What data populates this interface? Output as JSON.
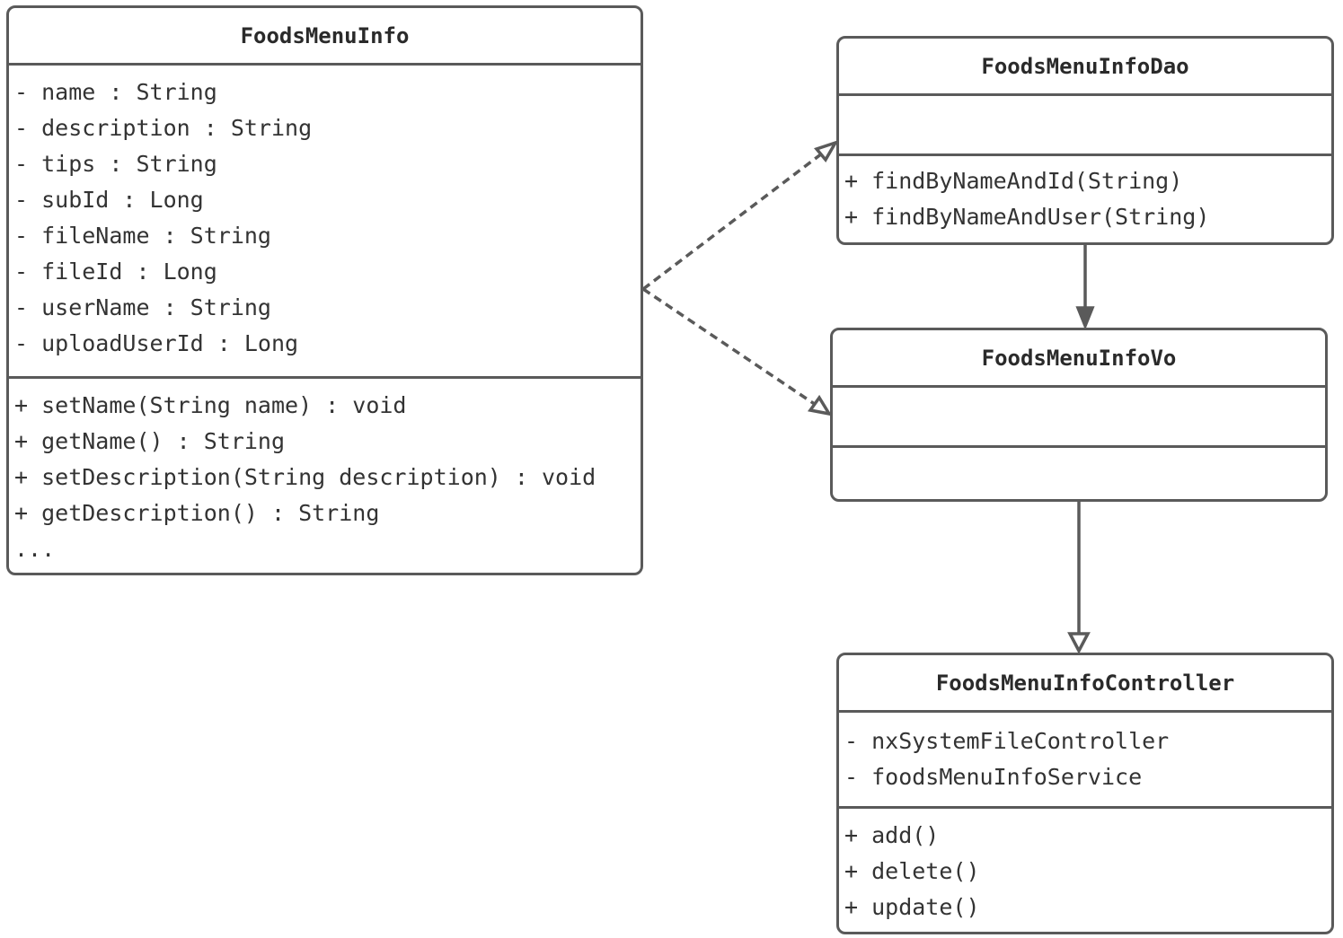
{
  "diagram": {
    "classes": {
      "foods_menu_info": {
        "name": "FoodsMenuInfo",
        "attributes": [
          "- name : String",
          "- description : String",
          "- tips : String",
          "- subId : Long",
          "- fileName : String",
          "- fileId : Long",
          "- userName : String",
          "- uploadUserId : Long"
        ],
        "methods": [
          "+ setName(String name) : void",
          "+ getName() : String",
          "+ setDescription(String description) : void",
          "+ getDescription() : String",
          "..."
        ]
      },
      "foods_menu_info_dao": {
        "name": "FoodsMenuInfoDao",
        "attributes": [],
        "methods": [
          "+ findByNameAndId(String)",
          "+ findByNameAndUser(String)"
        ]
      },
      "foods_menu_info_vo": {
        "name": "FoodsMenuInfoVo",
        "attributes": [],
        "methods": []
      },
      "foods_menu_info_controller": {
        "name": "FoodsMenuInfoController",
        "attributes": [
          "- nxSystemFileController",
          "- foodsMenuInfoService"
        ],
        "methods": [
          "+ add()",
          "+ delete()",
          "+ update()"
        ]
      }
    },
    "relations": [
      {
        "from": "FoodsMenuInfo",
        "to": "FoodsMenuInfoDao",
        "type": "realization"
      },
      {
        "from": "FoodsMenuInfo",
        "to": "FoodsMenuInfoVo",
        "type": "realization"
      },
      {
        "from": "FoodsMenuInfoDao",
        "to": "FoodsMenuInfoVo",
        "type": "association"
      },
      {
        "from": "FoodsMenuInfoVo",
        "to": "FoodsMenuInfoController",
        "type": "generalization"
      }
    ],
    "colors": {
      "stroke": "#5a5a5a",
      "text": "#333333",
      "background": "#ffffff"
    }
  }
}
